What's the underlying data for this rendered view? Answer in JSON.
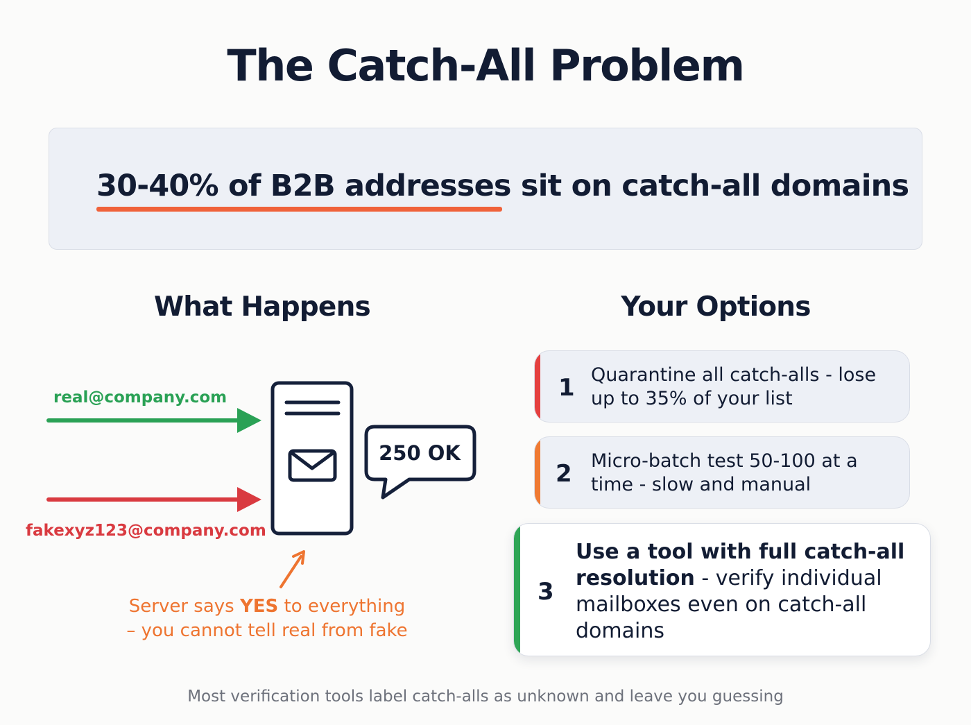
{
  "title": "The Catch-All Problem",
  "stat": {
    "highlight": "30-40% of B2B addresses",
    "rest": " sit on catch-all domains"
  },
  "what_happens": {
    "heading": "What Happens",
    "real_address": "real@company.com",
    "fake_address": "fakexyz123@company.com",
    "server_reply": "250 OK",
    "note_prefix": "Server says ",
    "note_emphasis": "YES",
    "note_suffix": " to everything",
    "note_line2": "– you cannot tell real from fake"
  },
  "options": {
    "heading": "Your Options",
    "items": [
      {
        "number": "1",
        "text": "Quarantine all catch-alls - lose up to 35% of your list"
      },
      {
        "number": "2",
        "text": "Micro-batch test 50-100 at a time - slow and manual"
      },
      {
        "number": "3",
        "bold": "Use a tool with full catch-all resolution",
        "text": " - verify individual mailboxes even on catch-all domains"
      }
    ]
  },
  "footer": "Most verification tools label catch-alls as unknown and leave you guessing",
  "colors": {
    "accent_underline": "#f0623a",
    "real": "#2aa155",
    "fake": "#d93a40",
    "note": "#ee7430",
    "option_1": "#e5403f",
    "option_2": "#f07a32",
    "option_3": "#2fa556"
  },
  "icons": [
    "server-icon",
    "envelope-icon",
    "speech-bubble-icon",
    "arrow-right-icon",
    "arrow-up-icon"
  ]
}
